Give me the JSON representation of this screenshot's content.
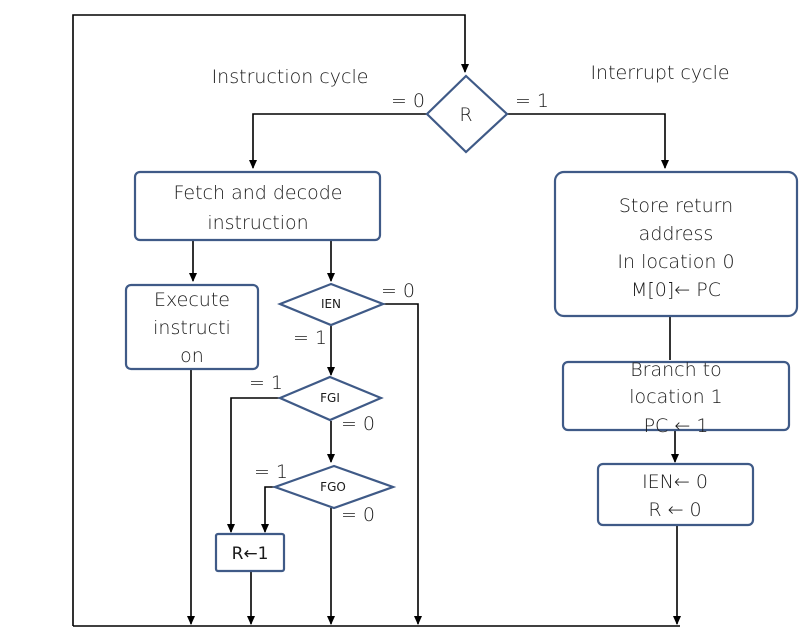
{
  "diagram": {
    "colors": {
      "shape_stroke": "#3f5a87",
      "line": "#000000",
      "text": "#1a1a1a"
    },
    "headings": {
      "instruction_cycle": "Instruction cycle",
      "interrupt_cycle": "Interrupt cycle"
    },
    "decisions": {
      "r": "R",
      "ien": "IEN",
      "fgi": "FGI",
      "fgo": "FGO"
    },
    "branch_labels": {
      "r_zero": "= 0",
      "r_one": "= 1",
      "ien_zero": "= 0",
      "ien_one": "= 1",
      "fgi_one": "= 1",
      "fgi_zero": "= 0",
      "fgo_one": "= 1",
      "fgo_zero": "= 0"
    },
    "boxes": {
      "fetch": [
        "Fetch and decode",
        "instruction"
      ],
      "execute": [
        "Execute",
        "instructi",
        "on"
      ],
      "set_r": "R←1",
      "store": [
        "Store return",
        "address",
        "In location 0",
        "M[0]← PC"
      ],
      "branch": [
        "Branch to",
        "location 1",
        "PC ← 1"
      ],
      "reset": [
        "IEN← 0",
        "R ← 0"
      ]
    }
  }
}
